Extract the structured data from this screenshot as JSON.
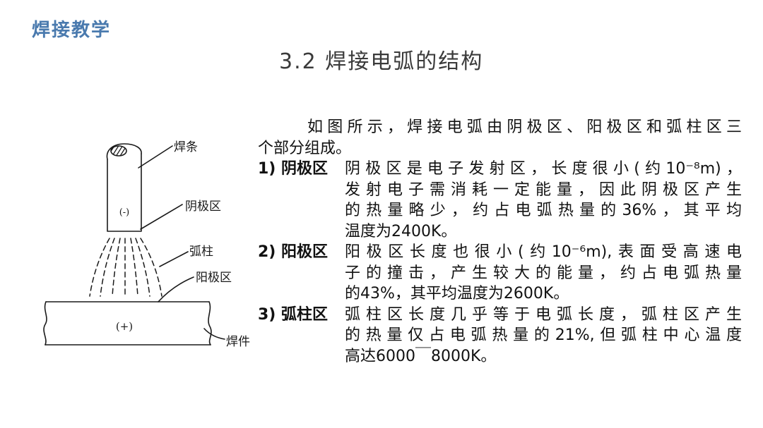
{
  "theme": {
    "header_color": "#4a7aae",
    "title_color": "#3a3a3a",
    "text_color": "#111111"
  },
  "header": {
    "title": "焊接教学"
  },
  "slide": {
    "title": "3.2 焊接电弧的结构"
  },
  "diagram": {
    "labels": {
      "electrode": "焊条",
      "cathode": "阴极区",
      "arc_column": "弧柱",
      "anode": "阳极区",
      "workpiece": "焊件"
    },
    "electrode_polarity": "(-)",
    "workpiece_polarity": "(+)"
  },
  "text": {
    "intro_lines": [
      "如图所示，焊接电弧由阴极区、阳极区和弧柱区三",
      "个部分组成。"
    ],
    "items": [
      {
        "label": "1) 阴极区",
        "lines": [
          "阴极区是电子发射区，长度很小(约10⁻⁸m)，",
          "发射电子需消耗一定能量，因此阴极区产生",
          "的热量略少，约占电弧热量的36%，其平均",
          "温度为2400K。"
        ]
      },
      {
        "label": "2) 阳极区",
        "lines": [
          "阳极区长度也很小(约10⁻⁶m),表面受高速电",
          "子的撞击，产生较大的能量，约占电弧热量",
          "的43%，其平均温度为2600K。"
        ]
      },
      {
        "label": "3) 弧柱区",
        "lines": [
          "弧柱区长度几乎等于电弧长度，弧柱区产生",
          "的热量仅占电弧热量的21%,但弧柱中心温度",
          "高达6000￣8000K。"
        ]
      }
    ]
  }
}
